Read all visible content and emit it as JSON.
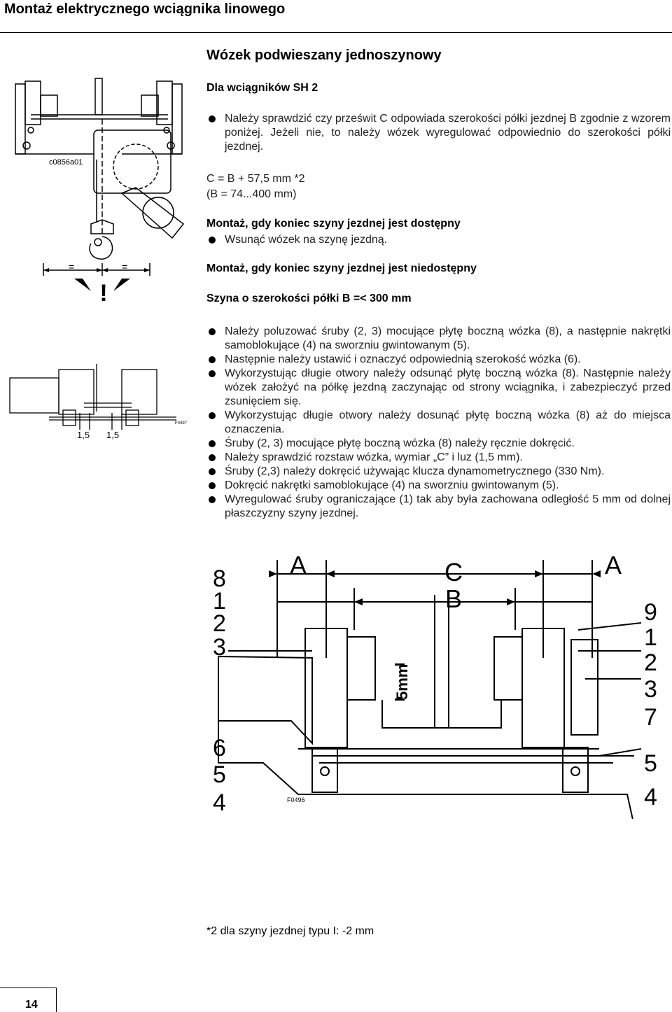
{
  "header": {
    "title": "Montaż elektrycznego wciągnika linowego"
  },
  "section": {
    "title": "Wózek podwieszany jednoszynowy",
    "subtitle": "Dla wciągników SH 2"
  },
  "intro_bullets": [
    "Należy sprawdzić czy prześwit C odpowiada szerokości półki jezdnej B zgodnie z wzorem poniżej. Jeżeli nie, to należy wózek wyregulować odpowiednio do szerokości półki jezdnej."
  ],
  "formula": {
    "line1": "C = B + 57,5 mm *2",
    "line2": "(B = 74...400 mm)"
  },
  "mount_available": {
    "title": "Montaż, gdy koniec szyny jezdnej jest dostępny",
    "bullet": "Wsunąć wózek na szynę jezdną."
  },
  "mount_unavailable": {
    "title": "Montaż, gdy koniec szyny jezdnej jest niedostępny",
    "subtitle": "Szyna o szerokości półki B =< 300 mm"
  },
  "steps": [
    "Należy poluzować śruby (2, 3) mocujące płytę boczną wózka (8), a następnie nakrętki samoblokujące (4) na sworzniu gwintowanym (5).",
    "Następnie należy ustawić i oznaczyć odpowiednią szerokość wózka (6).",
    "Wykorzystując długie otwory należy odsunąć płytę boczną wózka (8). Następnie należy wózek założyć na półkę jezdną zaczynając od strony wciągnika, i zabezpieczyć przed zsunięciem się.",
    "Wykorzystując długie otwory należy dosunąć płytę boczną wózka (8) aż do miejsca oznaczenia.",
    "Śruby (2, 3) mocujące płytę boczną wózka (8) należy ręcznie dokręcić.",
    "Należy sprawdzić rozstaw wózka, wymiar „C” i luz (1,5 mm).",
    "Śruby (2,3) należy dokręcić używając klucza dynamometrycznego (330 Nm).",
    "Dokręcić nakrętki samoblokujące (4) na sworzniu gwintowanym (5).",
    "Wyregulować śruby ograniczające (1) tak aby była zachowana odległość 5 mm od dolnej płaszczyzny szyny jezdnej."
  ],
  "fig1": {
    "code": "c0856a01",
    "eq_left": "=",
    "eq_right": "=",
    "warn": "!"
  },
  "fig2": {
    "gap_left": "1,5",
    "gap_right": "1,5",
    "code": "F0497"
  },
  "fig3": {
    "dim_a": "A",
    "dim_c": "C",
    "dim_b": "B",
    "dim_5mm": "5mm",
    "code": "F0496",
    "labels_left": [
      "8",
      "1",
      "2",
      "3",
      "6",
      "5",
      "4"
    ],
    "labels_right": [
      "9",
      "1",
      "2",
      "3",
      "7",
      "5",
      "4"
    ]
  },
  "footnote": "*2  dla szyny jezdnej typu I: -2 mm",
  "page_number": "14"
}
